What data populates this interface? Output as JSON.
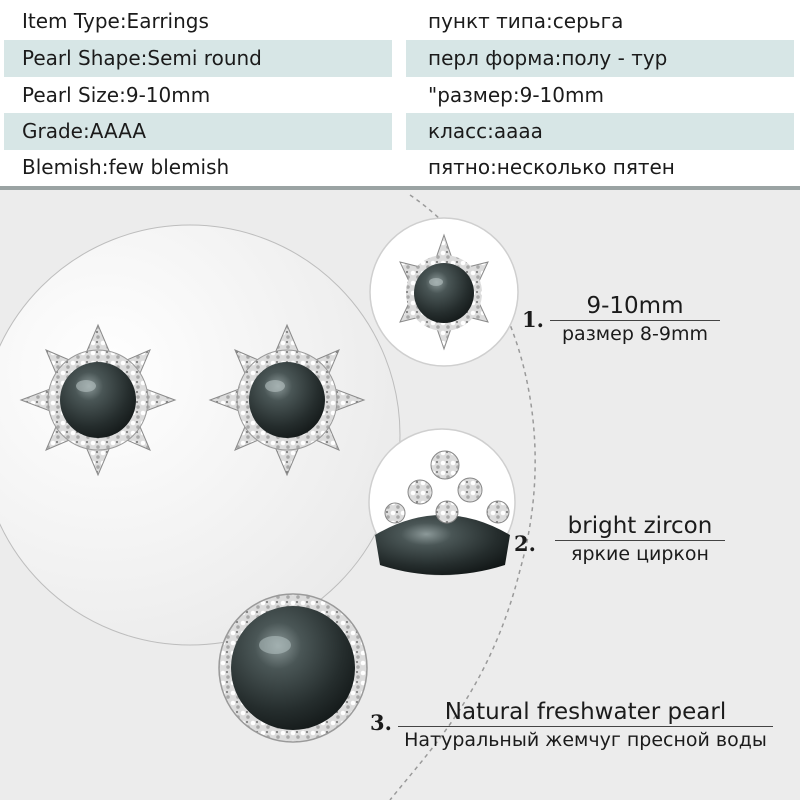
{
  "specs": [
    {
      "en": "Item Type:Earrings",
      "ru": "пункт типа:серьга",
      "shaded": false
    },
    {
      "en": "Pearl Shape:Semi round",
      "ru": "перл форма:полу - тур",
      "shaded": true
    },
    {
      "en": "Pearl Size:9-10mm",
      "ru": "\"размер:9-10mm",
      "shaded": false
    },
    {
      "en": "Grade:AAAA",
      "ru": "класс:aaaa",
      "shaded": true
    },
    {
      "en": "Blemish:few blemish",
      "ru": "пятно:несколько пятен",
      "shaded": false
    }
  ],
  "features": [
    {
      "number": "1.",
      "title": "9-10mm",
      "subtitle": "размер 8-9mm"
    },
    {
      "number": "2.",
      "title": "bright zircon",
      "subtitle": "яркие циркон"
    },
    {
      "number": "3.",
      "title": "Natural freshwater pearl",
      "subtitle": "Натуральный жемчуг пресной воды"
    }
  ],
  "colors": {
    "row_shade": "#d7e6e6",
    "background": "#ececec",
    "pearl": "#2a3232"
  }
}
